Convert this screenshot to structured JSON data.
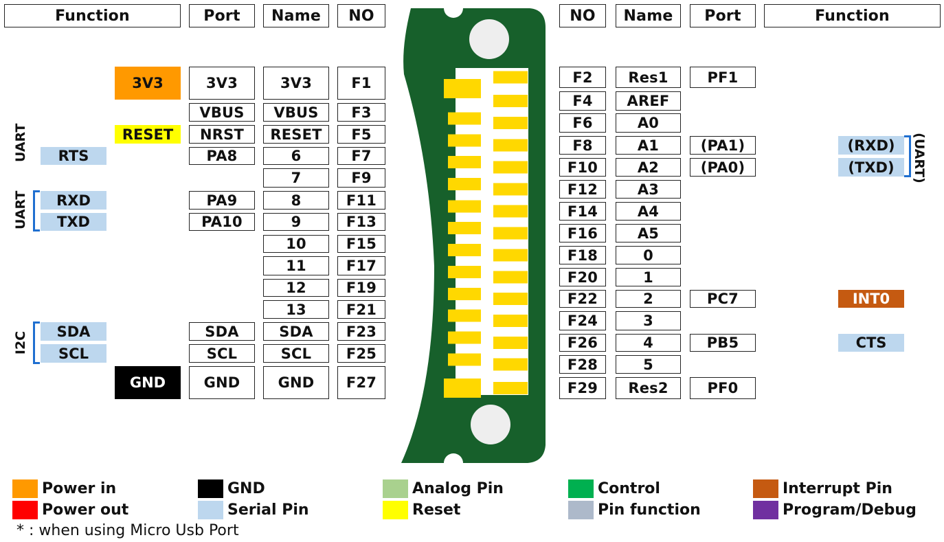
{
  "headers": {
    "left": {
      "function": "Function",
      "port": "Port",
      "name": "Name",
      "no": "NO"
    },
    "right": {
      "no": "NO",
      "name": "Name",
      "port": "Port",
      "function": "Function"
    }
  },
  "left_pins": [
    {
      "no": "F1",
      "name": "3V3",
      "port": "3V3",
      "function": "3V3",
      "function_type": "power-in"
    },
    {
      "no": "F3",
      "name": "VBUS",
      "port": "VBUS"
    },
    {
      "no": "F5",
      "name": "RESET",
      "port": "NRST",
      "function": "RESET",
      "function_type": "reset"
    },
    {
      "no": "F7",
      "name": "6",
      "port": "PA8",
      "serial": "RTS"
    },
    {
      "no": "F9",
      "name": "7"
    },
    {
      "no": "F11",
      "name": "8",
      "port": "PA9",
      "serial": "RXD"
    },
    {
      "no": "F13",
      "name": "9",
      "port": "PA10",
      "serial": "TXD"
    },
    {
      "no": "F15",
      "name": "10"
    },
    {
      "no": "F17",
      "name": "11"
    },
    {
      "no": "F19",
      "name": "12"
    },
    {
      "no": "F21",
      "name": "13"
    },
    {
      "no": "F23",
      "name": "SDA",
      "port": "SDA",
      "serial": "SDA"
    },
    {
      "no": "F25",
      "name": "SCL",
      "port": "SCL",
      "serial": "SCL"
    },
    {
      "no": "F27",
      "name": "GND",
      "port": "GND",
      "function": "GND",
      "function_type": "gnd"
    }
  ],
  "right_pins": [
    {
      "no": "F2",
      "name": "Res1",
      "port": "PF1"
    },
    {
      "no": "F4",
      "name": "AREF"
    },
    {
      "no": "F6",
      "name": "A0"
    },
    {
      "no": "F8",
      "name": "A1",
      "port": "(PA1)",
      "serial": "(RXD)"
    },
    {
      "no": "F10",
      "name": "A2",
      "port": "(PA0)",
      "serial": "(TXD)"
    },
    {
      "no": "F12",
      "name": "A3"
    },
    {
      "no": "F14",
      "name": "A4"
    },
    {
      "no": "F16",
      "name": "A5"
    },
    {
      "no": "F18",
      "name": "0"
    },
    {
      "no": "F20",
      "name": "1"
    },
    {
      "no": "F22",
      "name": "2",
      "port": "PC7",
      "function": "INT0",
      "function_type": "interrupt"
    },
    {
      "no": "F24",
      "name": "3"
    },
    {
      "no": "F26",
      "name": "4",
      "port": "PB5",
      "serial": "CTS"
    },
    {
      "no": "F28",
      "name": "5"
    },
    {
      "no": "F29",
      "name": "Res2",
      "port": "PF0"
    }
  ],
  "group_labels": {
    "uart_rts": "UART",
    "uart_rx_tx": "UART",
    "i2c": "I2C",
    "uart_right": "(UART)"
  },
  "legend": [
    {
      "label": "Power in",
      "color": "#ff9900"
    },
    {
      "label": "Power out",
      "color": "#ff0000"
    },
    {
      "label": "GND",
      "color": "#000000"
    },
    {
      "label": "Serial Pin",
      "color": "#bdd7ee"
    },
    {
      "label": "Analog Pin",
      "color": "#a9d18e"
    },
    {
      "label": "Reset",
      "color": "#ffff00"
    },
    {
      "label": "Control",
      "color": "#00b050"
    },
    {
      "label": "Pin function",
      "color": "#adb9ca"
    },
    {
      "label": "Interrupt Pin",
      "color": "#c55a11"
    },
    {
      "label": "Program/Debug",
      "color": "#7030a0"
    }
  ],
  "note": "* : when using Micro Usb Port",
  "colors": {
    "board": "#17602b",
    "pad": "#ffd800",
    "bracket": "#1f6fd0",
    "serial": "#bdd7ee",
    "power_in": "#ff9900",
    "reset": "#ffff00",
    "gnd": "#000000",
    "interrupt": "#c55a11"
  }
}
